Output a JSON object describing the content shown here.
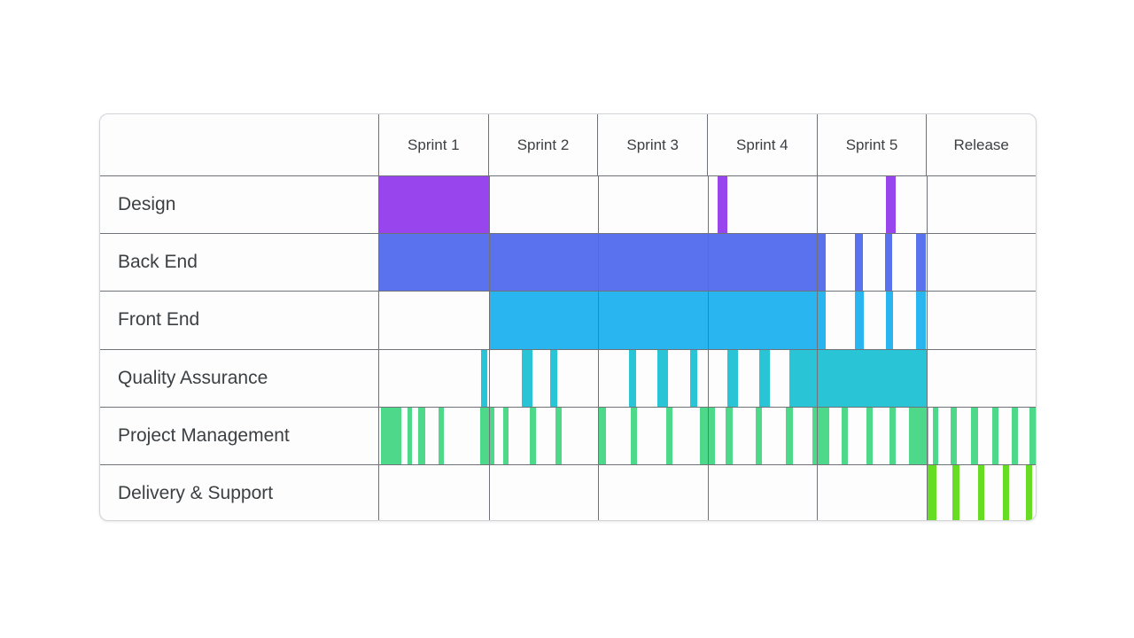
{
  "chart_data": {
    "type": "bar",
    "title": "",
    "subtitle": "",
    "xlabel": "",
    "ylabel": "",
    "chart_kind": "gantt-timeline",
    "columns": [
      "Sprint 1",
      "Sprint 2",
      "Sprint 3",
      "Sprint 4",
      "Sprint 5",
      "Release"
    ],
    "column_count": 6,
    "categories": [
      "Design",
      "Back End",
      "Front End",
      "Quality Assurance",
      "Project Management",
      "Delivery & Support"
    ],
    "xlim": [
      0,
      6
    ],
    "grid": true,
    "legend": "none",
    "series": [
      {
        "name": "Design",
        "color": "#9945EE",
        "segments": [
          {
            "start": 0.0,
            "end": 1.0
          },
          {
            "start": 3.09,
            "end": 3.18
          },
          {
            "start": 4.63,
            "end": 4.72
          }
        ]
      },
      {
        "name": "Back End",
        "color": "#5B72EE",
        "segments": [
          {
            "start": 0.0,
            "end": 4.08
          },
          {
            "start": 4.35,
            "end": 4.42
          },
          {
            "start": 4.62,
            "end": 4.69
          },
          {
            "start": 4.91,
            "end": 5.0
          }
        ]
      },
      {
        "name": "Front End",
        "color": "#29B6F0",
        "segments": [
          {
            "start": 1.0,
            "end": 4.08
          },
          {
            "start": 4.35,
            "end": 4.43
          },
          {
            "start": 4.63,
            "end": 4.7
          },
          {
            "start": 4.91,
            "end": 5.0
          }
        ]
      },
      {
        "name": "Quality Assurance",
        "color": "#29C5D6",
        "segments": [
          {
            "start": 0.93,
            "end": 0.99
          },
          {
            "start": 1.3,
            "end": 1.4
          },
          {
            "start": 1.56,
            "end": 1.63
          },
          {
            "start": 2.28,
            "end": 2.35
          },
          {
            "start": 2.54,
            "end": 2.64
          },
          {
            "start": 2.84,
            "end": 2.91
          },
          {
            "start": 3.18,
            "end": 3.28
          },
          {
            "start": 3.47,
            "end": 3.57
          },
          {
            "start": 3.75,
            "end": 5.0
          }
        ]
      },
      {
        "name": "Project Management",
        "color": "#4ED98A",
        "segments": [
          {
            "start": 0.02,
            "end": 0.2
          },
          {
            "start": 0.26,
            "end": 0.3
          },
          {
            "start": 0.36,
            "end": 0.42
          },
          {
            "start": 0.54,
            "end": 0.59
          },
          {
            "start": 0.92,
            "end": 1.05
          },
          {
            "start": 1.13,
            "end": 1.18
          },
          {
            "start": 1.38,
            "end": 1.43
          },
          {
            "start": 1.61,
            "end": 1.67
          },
          {
            "start": 2.01,
            "end": 2.07
          },
          {
            "start": 2.3,
            "end": 2.36
          },
          {
            "start": 2.62,
            "end": 2.68
          },
          {
            "start": 2.93,
            "end": 3.07
          },
          {
            "start": 3.17,
            "end": 3.23
          },
          {
            "start": 3.44,
            "end": 3.5
          },
          {
            "start": 3.72,
            "end": 3.78
          },
          {
            "start": 3.96,
            "end": 4.11
          },
          {
            "start": 4.23,
            "end": 4.28
          },
          {
            "start": 4.45,
            "end": 4.51
          },
          {
            "start": 4.66,
            "end": 4.72
          },
          {
            "start": 4.84,
            "end": 5.02
          },
          {
            "start": 5.06,
            "end": 5.11
          },
          {
            "start": 5.22,
            "end": 5.28
          },
          {
            "start": 5.41,
            "end": 5.47
          },
          {
            "start": 5.6,
            "end": 5.66
          },
          {
            "start": 5.78,
            "end": 5.84
          },
          {
            "start": 5.94,
            "end": 6.0
          }
        ]
      },
      {
        "name": "Delivery & Support",
        "color": "#66DD22",
        "segments": [
          {
            "start": 5.0,
            "end": 5.09
          },
          {
            "start": 5.24,
            "end": 5.3
          },
          {
            "start": 5.47,
            "end": 5.53
          },
          {
            "start": 5.7,
            "end": 5.76
          },
          {
            "start": 5.91,
            "end": 5.97
          }
        ]
      }
    ]
  },
  "colors": {
    "design": "#9945EE",
    "back_end": "#5B72EE",
    "front_end": "#29B6F0",
    "quality_assurance": "#29C5D6",
    "project_management": "#4ED98A",
    "delivery_support": "#66DD22",
    "grid_line": "#6f7276",
    "card_border": "#d2d4d8",
    "text": "#3c4043",
    "background": "#ffffff"
  },
  "header": {
    "label_column_title": "",
    "columns": [
      {
        "label": "Sprint 1"
      },
      {
        "label": "Sprint 2"
      },
      {
        "label": "Sprint 3"
      },
      {
        "label": "Sprint 4"
      },
      {
        "label": "Sprint 5"
      },
      {
        "label": "Release"
      }
    ]
  },
  "rows": [
    {
      "label": "Design"
    },
    {
      "label": "Back End"
    },
    {
      "label": "Front End"
    },
    {
      "label": "Quality Assurance"
    },
    {
      "label": "Project Management"
    },
    {
      "label": "Delivery & Support"
    }
  ]
}
